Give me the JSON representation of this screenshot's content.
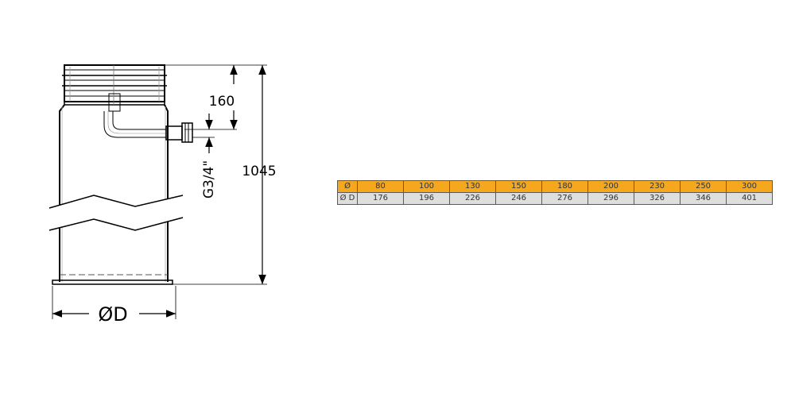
{
  "drawing": {
    "dim_top": "160",
    "dim_total": "1045",
    "dim_connection": "G3/4\"",
    "dim_diameter": "ØD"
  },
  "table": {
    "rows": [
      {
        "header": "Ø",
        "values": [
          "80",
          "100",
          "130",
          "150",
          "180",
          "200",
          "230",
          "250",
          "300"
        ]
      },
      {
        "header": "Ø D",
        "values": [
          "176",
          "196",
          "226",
          "246",
          "276",
          "296",
          "326",
          "346",
          "401"
        ]
      }
    ]
  },
  "colors": {
    "header_row": "#f5a81e",
    "value_row": "#dedede",
    "line": "#000000"
  }
}
